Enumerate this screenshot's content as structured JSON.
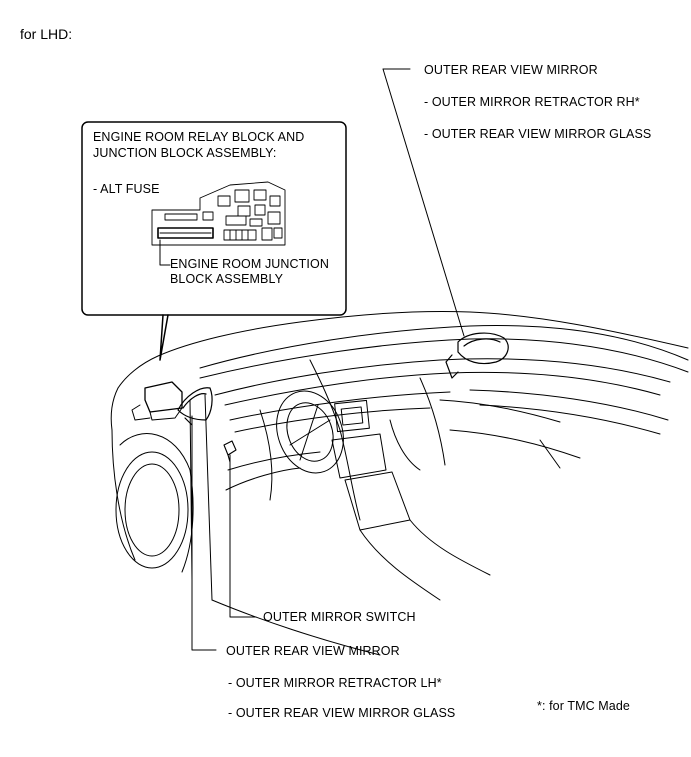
{
  "heading": "for LHD:",
  "callouts": {
    "right_mirror": {
      "title": "OUTER REAR VIEW MIRROR",
      "sub1": "- OUTER MIRROR RETRACTOR RH*",
      "sub2": "- OUTER REAR VIEW MIRROR GLASS"
    },
    "relay_block": {
      "title_line1": "ENGINE ROOM RELAY BLOCK AND",
      "title_line2": "JUNCTION BLOCK ASSEMBLY:",
      "fuse": "- ALT FUSE",
      "junction_line1": "ENGINE ROOM JUNCTION",
      "junction_line2": "BLOCK ASSEMBLY"
    },
    "mirror_switch": {
      "title": "OUTER MIRROR SWITCH"
    },
    "left_mirror": {
      "title": "OUTER REAR VIEW MIRROR",
      "sub1": "- OUTER MIRROR RETRACTOR LH*",
      "sub2": "- OUTER REAR VIEW MIRROR GLASS"
    }
  },
  "footnote": "*: for TMC Made"
}
